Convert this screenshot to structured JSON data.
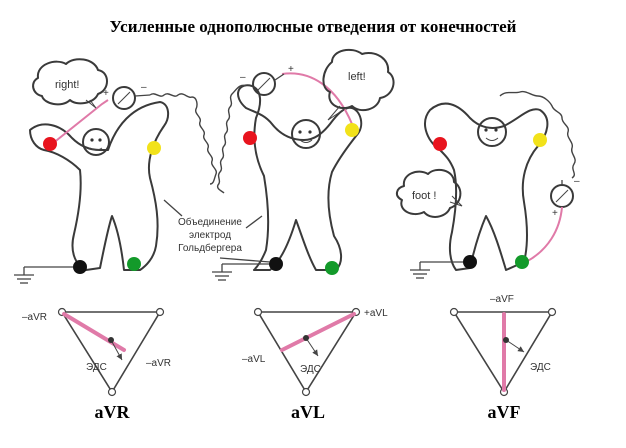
{
  "title": "Усиленные однополюсные отведения от конечностей",
  "panels": [
    {
      "id": "avr",
      "caption": "aVR",
      "speech": "right!",
      "meter_plus": "+",
      "meter_minus": "–",
      "vector_top": "–aVR",
      "vector_bottom": "–aVR",
      "emf": "ЭДС"
    },
    {
      "id": "avl",
      "caption": "aVL",
      "speech": "left!",
      "meter_plus": "+",
      "meter_minus": "–",
      "vector_top": "+aVL",
      "vector_bottom": "–aVL",
      "emf": "ЭДС"
    },
    {
      "id": "avf",
      "caption": "aVF",
      "speech": "foot !",
      "meter_plus": "+",
      "meter_minus": "–",
      "vector_top": "–aVF",
      "emf": "ЭДС"
    }
  ],
  "goldberger_label": [
    "Объединение",
    "электрод",
    "Гольдбергера"
  ],
  "electrode_colors": {
    "right_arm": "#e8141e",
    "left_arm": "#f2e21a",
    "left_leg": "#139a2a",
    "right_leg": "#111111"
  },
  "accent_color": "#e07aa8"
}
